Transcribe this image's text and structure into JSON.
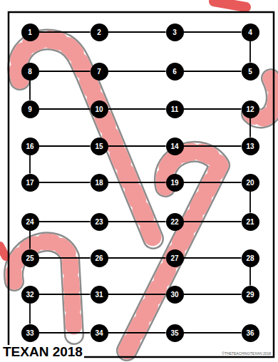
{
  "diagram": {
    "nodes": [
      {
        "text": [
          "1"
        ]
      },
      {
        "text": [
          "2"
        ]
      },
      {
        "text": [
          "3"
        ]
      },
      {
        "text": [
          "4"
        ]
      },
      {
        "text": [
          "8"
        ]
      },
      {
        "text": [
          "7"
        ]
      },
      {
        "text": [
          "6"
        ]
      },
      {
        "text": [
          "5"
        ]
      },
      {
        "text": [
          "9"
        ]
      },
      {
        "text": [
          "10"
        ]
      },
      {
        "text": [
          "11"
        ]
      },
      {
        "text": [
          "12"
        ]
      },
      {
        "text": [
          "16"
        ]
      },
      {
        "text": [
          "15"
        ]
      },
      {
        "text": [
          "14"
        ]
      },
      {
        "text": [
          "13"
        ]
      },
      {
        "text": [
          "17"
        ]
      },
      {
        "text": [
          "18"
        ]
      },
      {
        "text": [
          "19"
        ]
      },
      {
        "text": [
          "20"
        ]
      },
      {
        "text": [
          "24"
        ]
      },
      {
        "text": [
          "23"
        ]
      },
      {
        "text": [
          "22"
        ]
      },
      {
        "text": [
          "21"
        ]
      },
      {
        "text": [
          "25"
        ]
      },
      {
        "text": [
          "26"
        ]
      },
      {
        "text": [
          "27"
        ]
      },
      {
        "text": [
          "28"
        ]
      },
      {
        "text": [
          "32"
        ]
      },
      {
        "text": [
          "31"
        ]
      },
      {
        "text": [
          "30"
        ]
      },
      {
        "text": [
          "29"
        ]
      },
      {
        "text": [
          "33"
        ]
      },
      {
        "text": [
          "34"
        ]
      },
      {
        "text": [
          "35"
        ]
      },
      {
        "text": [
          "36"
        ]
      }
    ],
    "edges": [
      {
        "from": 0,
        "to": 1,
        "arrow": "none"
      },
      {
        "from": 1,
        "to": 2,
        "arrow": "none"
      },
      {
        "from": 2,
        "to": 3,
        "arrow": "none"
      },
      {
        "from": 3,
        "to": 7,
        "arrow": "none"
      },
      {
        "from": 7,
        "to": 6,
        "arrow": "none"
      },
      {
        "from": 6,
        "to": 5,
        "arrow": "none"
      },
      {
        "from": 5,
        "to": 4,
        "arrow": "none"
      },
      {
        "from": 4,
        "to": 8,
        "arrow": "none"
      },
      {
        "from": 8,
        "to": 9,
        "arrow": "none"
      },
      {
        "from": 9,
        "to": 10,
        "arrow": "none"
      },
      {
        "from": 10,
        "to": 11,
        "arrow": "none"
      },
      {
        "from": 11,
        "to": 15,
        "arrow": "none"
      },
      {
        "from": 15,
        "to": 14,
        "arrow": "none"
      },
      {
        "from": 14,
        "to": 13,
        "arrow": "none"
      },
      {
        "from": 13,
        "to": 12,
        "arrow": "none"
      },
      {
        "from": 12,
        "to": 16,
        "arrow": "none"
      },
      {
        "from": 16,
        "to": 17,
        "arrow": "none"
      },
      {
        "from": 17,
        "to": 18,
        "arrow": "none"
      },
      {
        "from": 18,
        "to": 19,
        "arrow": "none"
      },
      {
        "from": 19,
        "to": 23,
        "arrow": "none"
      },
      {
        "from": 23,
        "to": 22,
        "arrow": "none"
      },
      {
        "from": 22,
        "to": 21,
        "arrow": "none"
      },
      {
        "from": 21,
        "to": 20,
        "arrow": "none"
      },
      {
        "from": 20,
        "to": 24,
        "arrow": "none"
      },
      {
        "from": 24,
        "to": 25,
        "arrow": "none"
      },
      {
        "from": 25,
        "to": 26,
        "arrow": "none"
      },
      {
        "from": 26,
        "to": 27,
        "arrow": "none"
      },
      {
        "from": 27,
        "to": 31,
        "arrow": "none"
      },
      {
        "from": 31,
        "to": 30,
        "arrow": "none"
      },
      {
        "from": 30,
        "to": 29,
        "arrow": "none"
      },
      {
        "from": 29,
        "to": 28,
        "arrow": "none"
      },
      {
        "from": 28,
        "to": 32,
        "arrow": "none"
      },
      {
        "from": 32,
        "to": 33,
        "arrow": "none"
      },
      {
        "from": 33,
        "to": 34,
        "arrow": "none"
      },
      {
        "from": 34,
        "to": 35,
        "arrow": "none"
      }
    ],
    "labels": [
      "TEXAN 2018",
      "©THETEACHINGTEXAN 2018"
    ]
  }
}
